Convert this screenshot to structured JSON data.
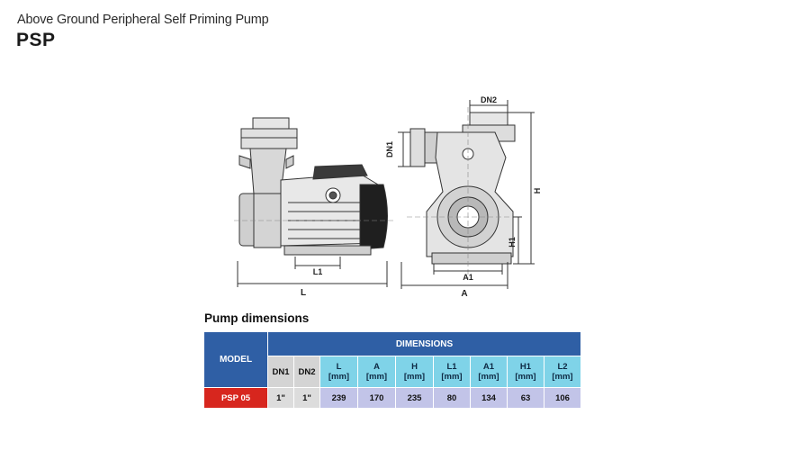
{
  "header": {
    "subtitle": "Above Ground Peripheral Self Priming Pump",
    "product_code": "PSP"
  },
  "drawing": {
    "labels": {
      "dn1": "DN1",
      "dn2": "DN2",
      "h": "H",
      "h1": "H1",
      "l1": "L1",
      "l": "L",
      "a1": "A1",
      "a": "A"
    }
  },
  "section_title": "Pump dimensions",
  "table": {
    "model_header": "MODEL",
    "dimensions_header": "DIMENSIONS",
    "columns": [
      {
        "label": "DN1",
        "unit": ""
      },
      {
        "label": "DN2",
        "unit": ""
      },
      {
        "label": "L",
        "unit": "[mm]"
      },
      {
        "label": "A",
        "unit": "[mm]"
      },
      {
        "label": "H",
        "unit": "[mm]"
      },
      {
        "label": "L1",
        "unit": "[mm]"
      },
      {
        "label": "A1",
        "unit": "[mm]"
      },
      {
        "label": "H1",
        "unit": "[mm]"
      },
      {
        "label": "L2",
        "unit": "[mm]"
      }
    ],
    "rows": [
      {
        "model": "PSP 05",
        "values": [
          "1\"",
          "1\"",
          "239",
          "170",
          "235",
          "80",
          "134",
          "63",
          "106"
        ]
      }
    ]
  },
  "colors": {
    "header_blue": "#2f5fa5",
    "column_cyan": "#7fd3e8",
    "value_lavender": "#c2c4e8",
    "model_red": "#d7261e"
  }
}
